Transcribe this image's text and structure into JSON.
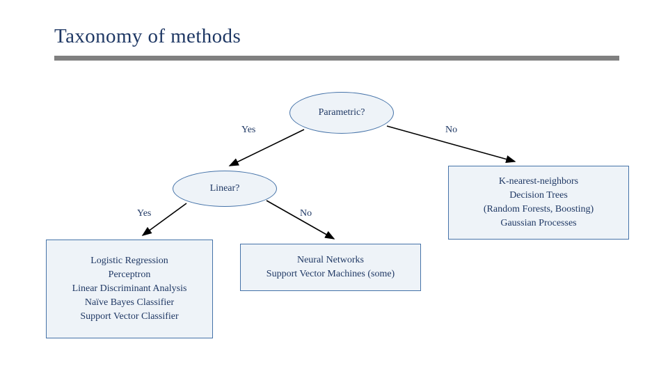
{
  "slide": {
    "title": "Taxonomy of methods",
    "accent_color": "#1f3864",
    "rule_color": "#808080",
    "node_fill": "#eef3f8",
    "node_border": "#4472a8"
  },
  "diagram": {
    "type": "decision-tree",
    "nodes": [
      {
        "id": "parametric",
        "shape": "ellipse",
        "label": "Parametric?"
      },
      {
        "id": "linear",
        "shape": "ellipse",
        "label": "Linear?"
      },
      {
        "id": "nonparametric-leaf",
        "shape": "box",
        "lines": [
          "K-nearest-neighbors",
          "Decision Trees",
          "(Random Forests, Boosting)",
          "Gaussian Processes"
        ]
      },
      {
        "id": "linear-leaf",
        "shape": "box",
        "lines": [
          "Logistic Regression",
          "Perceptron",
          "Linear Discriminant Analysis",
          "Naïve Bayes Classifier",
          "Support Vector Classifier"
        ]
      },
      {
        "id": "nonlinear-leaf",
        "shape": "box",
        "lines": [
          "Neural Networks",
          "Support Vector Machines (some)"
        ]
      }
    ],
    "edges": [
      {
        "from": "parametric",
        "to": "linear",
        "label": "Yes"
      },
      {
        "from": "parametric",
        "to": "nonparametric-leaf",
        "label": "No"
      },
      {
        "from": "linear",
        "to": "linear-leaf",
        "label": "Yes"
      },
      {
        "from": "linear",
        "to": "nonlinear-leaf",
        "label": "No"
      }
    ]
  }
}
